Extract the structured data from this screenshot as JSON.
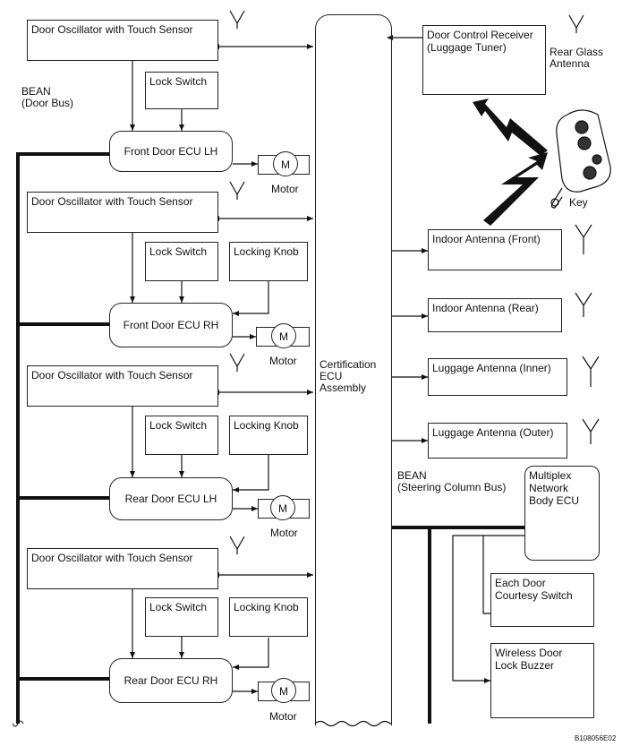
{
  "oscillator_label": "Door Oscillator with Touch Sensor",
  "lock_switch_label": "Lock Switch",
  "locking_knob_label": "Locking Knob",
  "motor_symbol": "M",
  "motor_label": "Motor",
  "ecu": {
    "front_lh": "Front Door ECU LH",
    "front_rh": "Front Door ECU RH",
    "rear_lh": "Rear Door ECU LH",
    "rear_rh": "Rear Door ECU RH"
  },
  "bean_door_1": "BEAN",
  "bean_door_2": "(Door Bus)",
  "cert_1": "Certification",
  "cert_2": "ECU",
  "cert_3": "Assembly",
  "receiver_1": "Door Control Receiver",
  "receiver_2": "(Luggage Tuner)",
  "rear_glass_1": "Rear Glass",
  "rear_glass_2": "Antenna",
  "key_label": "Key",
  "antennas": {
    "indoor_front": "Indoor Antenna (Front)",
    "indoor_rear": "Indoor Antenna (Rear)",
    "luggage_inner": "Luggage Antenna (Inner)",
    "luggage_outer": "Luggage Antenna (Outer)"
  },
  "bean_steer_1": "BEAN",
  "bean_steer_2": "(Steering Column Bus)",
  "multiplex_1": "Multiplex",
  "multiplex_2": "Network",
  "multiplex_3": "Body ECU",
  "courtesy_1": "Each Door",
  "courtesy_2": "Courtesy Switch",
  "buzzer_1": "Wireless Door",
  "buzzer_2": "Lock Buzzer",
  "figure_code": "B108056E02"
}
